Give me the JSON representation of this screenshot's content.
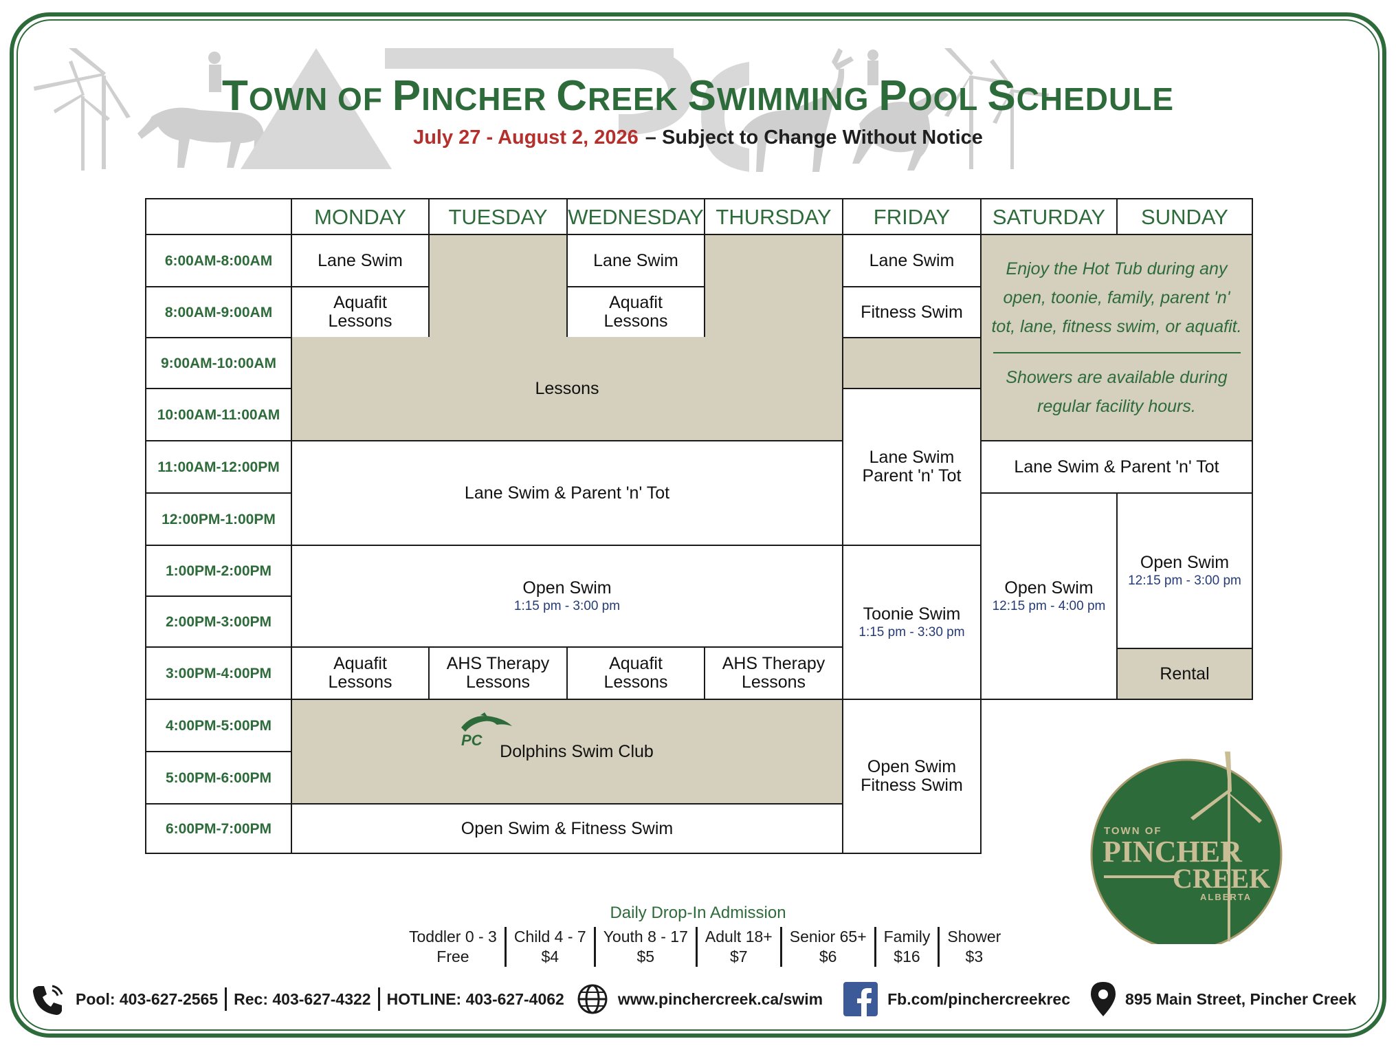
{
  "title": {
    "first": "T",
    "first_rest": "own of ",
    "p": "P",
    "p_rest": "incher ",
    "c": "C",
    "c_rest": "reek ",
    "s": "S",
    "s_rest": "wimming ",
    "po": "P",
    "po_rest": "ool ",
    "sc": "S",
    "sc_rest": "chedule"
  },
  "subtitle": {
    "date": "July 27 - August 2,  2026",
    "note": "– Subject to Change Without Notice"
  },
  "days": [
    "MONDAY",
    "TUESDAY",
    "WEDNESDAY",
    "THURSDAY",
    "FRIDAY",
    "SATURDAY",
    "SUNDAY"
  ],
  "times": [
    "6:00AM-8:00AM",
    "8:00AM-9:00AM",
    "9:00AM-10:00AM",
    "10:00AM-11:00AM",
    "11:00AM-12:00PM",
    "12:00PM-1:00PM",
    "1:00PM-2:00PM",
    "2:00PM-3:00PM",
    "3:00PM-4:00PM",
    "4:00PM-5:00PM",
    "5:00PM-6:00PM",
    "6:00PM-7:00PM"
  ],
  "cells": {
    "mon_lane": "Lane Swim",
    "wed_lane": "Lane Swim",
    "fri_lane": "Lane Swim",
    "mon_aqua_1": "Aquafit",
    "mon_aqua_2": "Lessons",
    "wed_aqua_1": "Aquafit",
    "wed_aqua_2": "Lessons",
    "fri_fitness": "Fitness Swim",
    "lessons": "Lessons",
    "lane_parent": "Lane Swim & Parent 'n' Tot",
    "fri_lane_parent_1": "Lane Swim",
    "fri_lane_parent_2": "Parent 'n' Tot",
    "weekend_lane_parent": "Lane Swim & Parent 'n' Tot",
    "open_swim": "Open Swim",
    "open_swim_time": "1:15 pm - 3:00 pm",
    "fri_toonie": "Toonie Swim",
    "fri_toonie_time": "1:15 pm - 3:30 pm",
    "sat_open": "Open Swim",
    "sat_open_time": "12:15 pm - 4:00 pm",
    "sun_open": "Open Swim",
    "sun_open_time": "12:15 pm - 3:00 pm",
    "sun_rental": "Rental",
    "mon_aqua_pm_1": "Aquafit",
    "mon_aqua_pm_2": "Lessons",
    "tue_ahs_1": "AHS Therapy",
    "tue_ahs_2": "Lessons",
    "wed_aqua_pm_1": "Aquafit",
    "wed_aqua_pm_2": "Lessons",
    "thu_ahs_1": "AHS Therapy",
    "thu_ahs_2": "Lessons",
    "dolphins": "Dolphins Swim Club",
    "dolphins_logo": "PC",
    "open_fitness": "Open Swim & Fitness Swim",
    "fri_open_fitness_1": "Open Swim",
    "fri_open_fitness_2": "Fitness Swim",
    "hot_tub_1": "Enjoy the Hot Tub during any",
    "hot_tub_2": "open, toonie, family, parent 'n'",
    "hot_tub_3": "tot, lane, fitness swim, or aquafit.",
    "showers_1": "Showers are available during",
    "showers_2": "regular facility hours."
  },
  "admission": {
    "title": "Daily Drop-In Admission",
    "items": [
      {
        "label": "Toddler 0 - 3",
        "price": "Free"
      },
      {
        "label": "Child 4 - 7",
        "price": "$4"
      },
      {
        "label": "Youth 8 - 17",
        "price": "$5"
      },
      {
        "label": "Adult 18+",
        "price": "$7"
      },
      {
        "label": "Senior 65+",
        "price": "$6"
      },
      {
        "label": "Family",
        "price": "$16"
      },
      {
        "label": "Shower",
        "price": "$3"
      }
    ]
  },
  "contact": {
    "pool": "Pool: 403-627-2565",
    "rec": "Rec: 403-627-4322",
    "hotline": "HOTLINE: 403-627-4062",
    "web": "www.pinchercreek.ca/swim",
    "fb": "Fb.com/pinchercreekrec",
    "address": "895 Main Street, Pincher Creek",
    "icons": [
      "phone-icon",
      "globe-icon",
      "facebook-icon",
      "location-pin-icon"
    ]
  },
  "logo": {
    "line1": "TOWN OF",
    "line2": "PINCHER",
    "line3": "CREEK",
    "line4": "ALBERTA"
  },
  "colors": {
    "green": "#2e6b3a",
    "tan": "#d5d0bd",
    "date_red": "#b5302d",
    "navy": "#243b78"
  }
}
